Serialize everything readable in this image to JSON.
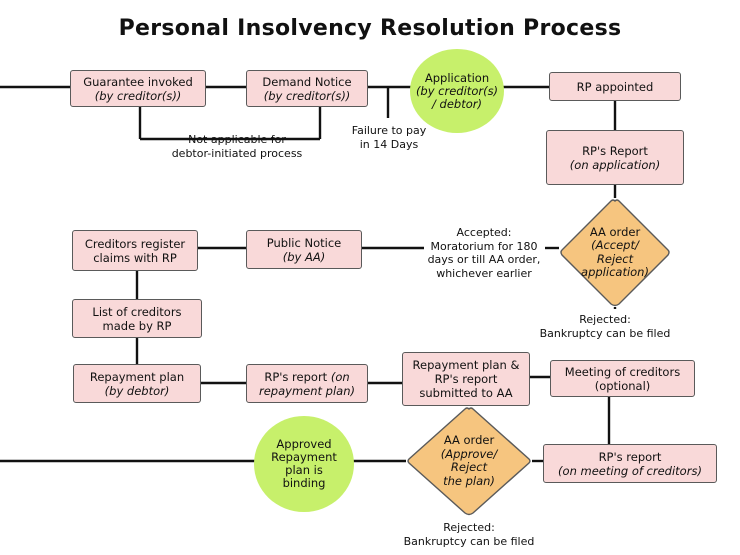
{
  "title": "Personal Insolvency Resolution Process",
  "nodes": {
    "guarantee": {
      "label": "Guarantee invoked",
      "sub": "(by creditor(s))"
    },
    "demand": {
      "label": "Demand Notice",
      "sub": "(by creditor(s))"
    },
    "application": {
      "label": "Application",
      "sub1": "(by creditor(s)",
      "sub2": "/ debtor)"
    },
    "rp_appointed": {
      "label": "RP appointed"
    },
    "rp_report_app": {
      "label": "RP's Report",
      "sub": "(on application)"
    },
    "aa_order1": {
      "label": "AA order",
      "sub1": "(Accept/",
      "sub2": "Reject",
      "sub3": "application)"
    },
    "public_notice": {
      "label": "Public Notice",
      "sub": "(by AA)"
    },
    "creditors_register": {
      "line1": "Creditors register",
      "line2": "claims with RP"
    },
    "list_creditors": {
      "line1": "List of creditors",
      "line2": "made by RP"
    },
    "repayment_plan": {
      "label": "Repayment plan",
      "sub": "(by debtor)"
    },
    "rp_report_plan": {
      "line1_a": "RP's report ",
      "line1_b": "(on",
      "sub": "repayment plan)"
    },
    "submitted": {
      "line1": "Repayment plan &",
      "line2": "RP's report",
      "line3": "submitted to AA"
    },
    "meeting": {
      "line1": "Meeting of creditors",
      "line2": "(optional)"
    },
    "rp_report_meeting": {
      "label": "RP's report",
      "sub": "(on meeting of creditors)"
    },
    "aa_order2": {
      "label": "AA order",
      "sub1": "(Approve/",
      "sub2": "Reject",
      "sub3": "the plan)"
    },
    "approved": {
      "line1": "Approved",
      "line2": "Repayment",
      "line3": "plan is",
      "line4": "binding"
    }
  },
  "notes": {
    "not_applicable": {
      "line1": "Not applicable for",
      "line2": "debtor-initiated process"
    },
    "failure": {
      "line1": "Failure to pay",
      "line2": "in 14 Days"
    },
    "accepted": {
      "line1": "Accepted:",
      "line2": "Moratorium for 180",
      "line3": "days or till AA order,",
      "line4": "whichever earlier"
    },
    "rejected1": {
      "line1": "Rejected:",
      "line2": "Bankruptcy can be filed"
    },
    "rejected2": {
      "line1": "Rejected:",
      "line2": "Bankruptcy can be filed"
    }
  },
  "colors": {
    "box_fill": "#f9d9d9",
    "circle_fill": "#c7f06b",
    "diamond_fill": "#f6c57f",
    "line": "#111111"
  }
}
